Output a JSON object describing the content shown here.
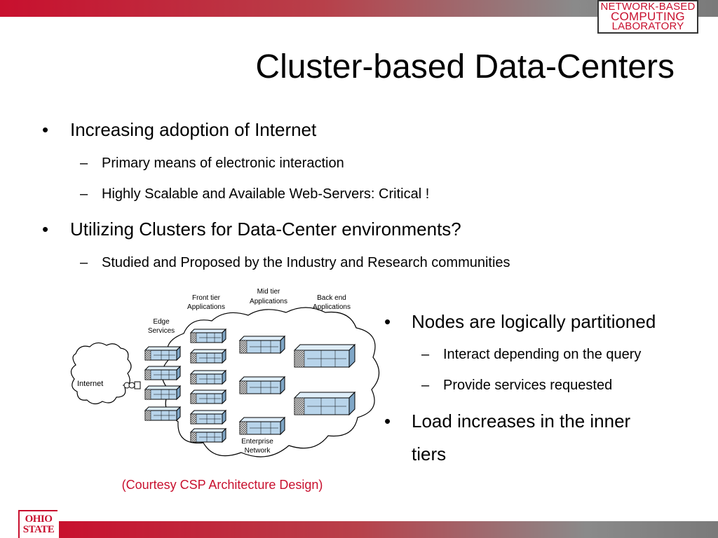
{
  "header": {
    "logo_line1": "NETWORK-BASED",
    "logo_line2": "COMPUTING",
    "logo_line3": "LABORATORY",
    "title": "Cluster-based Data-Centers"
  },
  "bullets": {
    "b1": "Increasing adoption of Internet",
    "b1_1": "Primary means of electronic interaction",
    "b1_2": "Highly Scalable and Available Web-Servers: Critical !",
    "b2": "Utilizing Clusters for Data-Center environments?",
    "b2_1": "Studied and Proposed by the Industry and Research communities"
  },
  "right_bullets": {
    "r1": "Nodes are logically partitioned",
    "r1_1": "Interact depending on the query",
    "r1_2": "Provide services requested",
    "r2_line1": "Load increases in the inner",
    "r2_line2": "tiers"
  },
  "diagram": {
    "internet": "Internet",
    "edge_1": "Edge",
    "edge_2": "Services",
    "front_1": "Front tier",
    "front_2": "Applications",
    "mid_1": "Mid tier",
    "mid_2": "Applications",
    "back_1": "Back end",
    "back_2": "Applications",
    "enterprise_1": "Enterprise",
    "enterprise_2": "Network"
  },
  "caption": "(Courtesy CSP Architecture Design)",
  "footer": {
    "ohio_line1": "OHIO",
    "ohio_line2": "STATE"
  },
  "colors": {
    "accent": "#c8102e",
    "server_face": "#b8d4ea",
    "server_top": "#dfeefa"
  }
}
